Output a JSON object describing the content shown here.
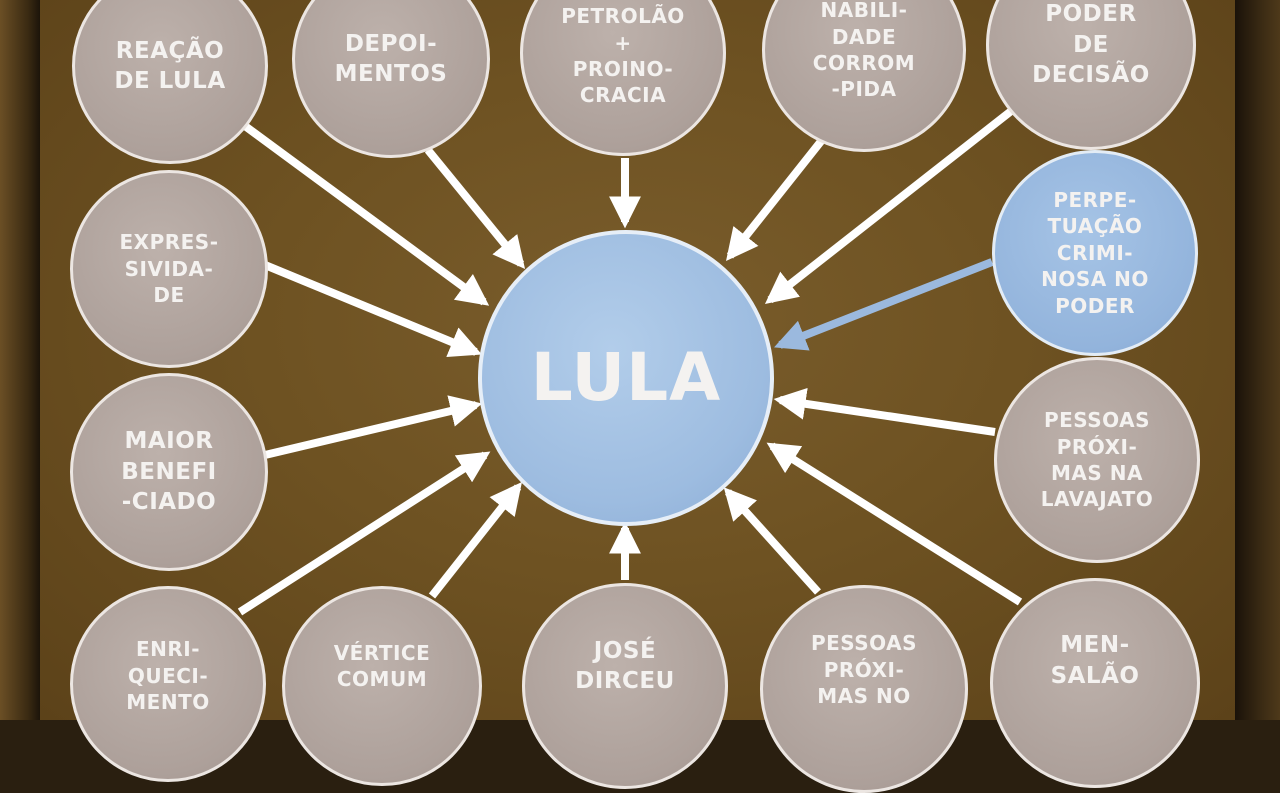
{
  "center": {
    "label": "LULA"
  },
  "nodes": [
    {
      "id": "reacao",
      "label": "REAÇÃO\nDE LULA",
      "color": "gray"
    },
    {
      "id": "depoimentos",
      "label": "DEPOI-\nMENTOS",
      "color": "gray"
    },
    {
      "id": "petrolao",
      "label": "PETROLÃO\n+\nPROINO-\nCRACIA",
      "color": "gray"
    },
    {
      "id": "governabilidade",
      "label": "NABILI-\nDADE\nCORROM\n-PIDA",
      "color": "gray"
    },
    {
      "id": "poder-decisao",
      "label": "PODER\nDE\nDECISÃO",
      "color": "gray"
    },
    {
      "id": "perpetuacao",
      "label": "PERPE-\nTUAÇÃO\nCRIMI-\nNOSA NO\nPODER",
      "color": "blue"
    },
    {
      "id": "pessoas-lavajato",
      "label": "PESSOAS\nPRÓXI-\nMAS NA\nLAVAJATO",
      "color": "gray"
    },
    {
      "id": "mensalao",
      "label": "MEN-\nSALÃO",
      "color": "gray"
    },
    {
      "id": "pessoas-mensalao",
      "label": "PESSOAS\nPRÓXI-\nMAS NO",
      "color": "gray"
    },
    {
      "id": "jose-dirceu",
      "label": "JOSÉ\nDIRCEU",
      "color": "gray"
    },
    {
      "id": "vertice",
      "label": "VÉRTICE\nCOMUM",
      "color": "gray"
    },
    {
      "id": "enriquecimento",
      "label": "ENRI-\nQUECI-\nMENTO",
      "color": "gray"
    },
    {
      "id": "maior-beneficiado",
      "label": "MAIOR\nBENEFI\n-CIADO",
      "color": "gray"
    },
    {
      "id": "expressividade",
      "label": "EXPRES-\nSIVIDA-\nDE",
      "color": "gray"
    }
  ],
  "colors": {
    "arrow_default": "#ffffff",
    "arrow_highlight": "#9bb9de",
    "node_gray": "#aea19b",
    "node_blue": "#93b4dc"
  }
}
